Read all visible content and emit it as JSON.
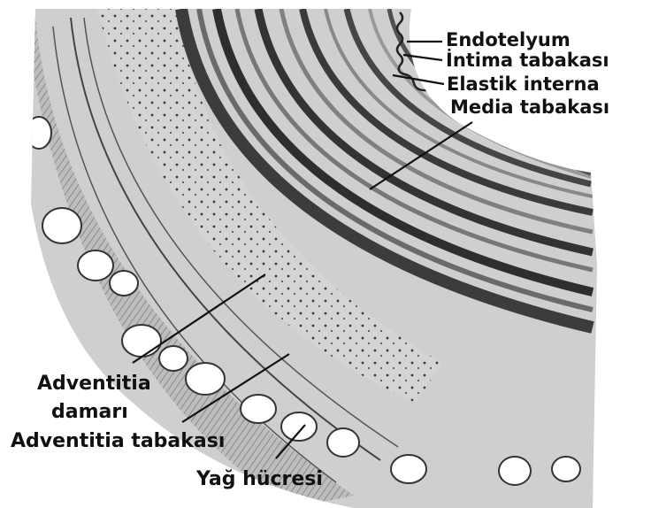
{
  "labels": {
    "endotelyum": "Endotelyum",
    "intima": "İntima tabakası",
    "elastik": "Elastik interna",
    "media": "Media tabakası",
    "adventitia_damar_1": "Adventitia",
    "adventitia_damar_2": "damarı",
    "adventitia_tabaka": "Adventitia tabakası",
    "yag": "Yağ hücresi"
  },
  "colors": {
    "background": "#ffffff",
    "tissue_light": "#d9d9d9",
    "tissue_mid": "#a8a8a8",
    "tissue_dark": "#3c3c3c",
    "ink": "#111111"
  }
}
